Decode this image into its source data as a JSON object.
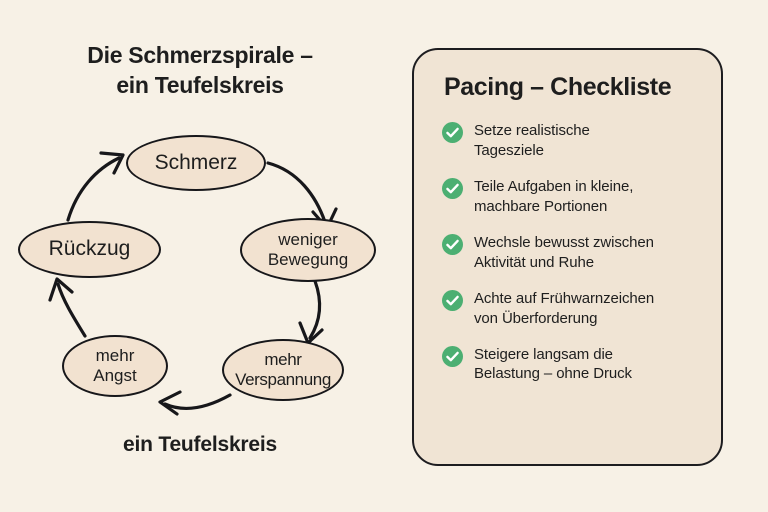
{
  "background_color": "#f7f1e6",
  "diagram": {
    "title": "Die Schmerzspirale –\nein Teufelskreis",
    "caption": "ein Teufelskreis",
    "node_fill": "#f2e2d0",
    "node_stroke": "#17171a",
    "nodes": [
      {
        "id": "schmerz",
        "label": "Schmerz"
      },
      {
        "id": "weniger",
        "label": "weniger\nBewegung"
      },
      {
        "id": "verspannung",
        "label": "mehr\nVerspannung"
      },
      {
        "id": "angst",
        "label": "mehr\nAngst"
      },
      {
        "id": "rueckzug",
        "label": "Rückzug"
      }
    ]
  },
  "checklist": {
    "heading": "Pacing – Checkliste",
    "card_fill": "#f0e4d4",
    "card_border": "#1d1d20",
    "check_color": "#4caf72",
    "check_icon_name": "check-circle-icon",
    "items": [
      {
        "text": "Setze realistische\nTagesziele"
      },
      {
        "text": "Teile Aufgaben in kleine,\nmachbare Portionen"
      },
      {
        "text": "Wechsle bewusst zwischen\nAktivität und Ruhe"
      },
      {
        "text": "Achte auf Frühwarnzeichen\nvon Überforderung"
      },
      {
        "text": "Steigere langsam die\nBelastung – ohne Druck"
      }
    ]
  }
}
